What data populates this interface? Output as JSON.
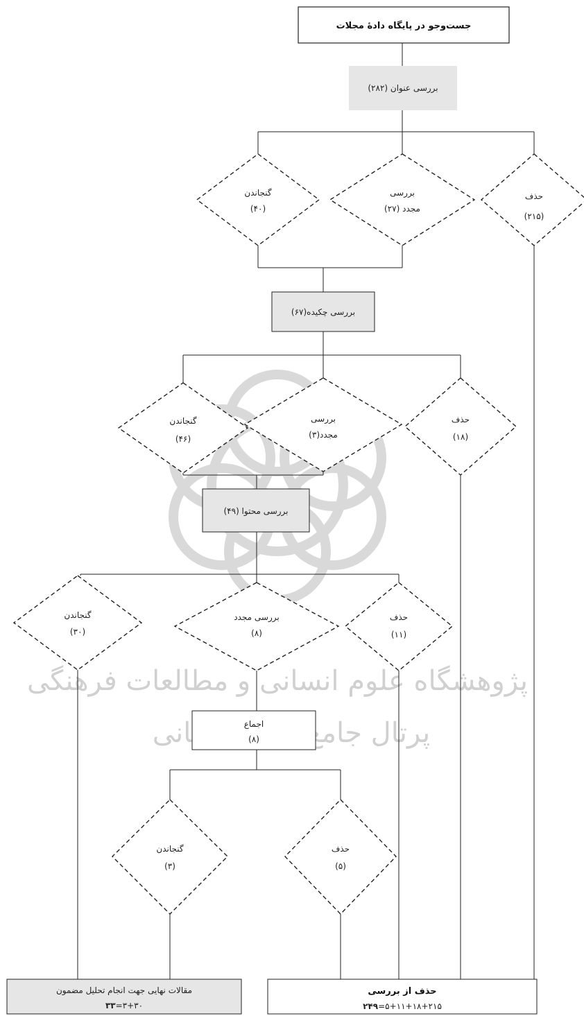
{
  "boxes": {
    "search": "جست‌وجو در پایگاه دادهٔ مجلات",
    "title_review": "بررسی عنوان (۲۸۲)",
    "abstract_review": "بررسی چکیده(۶۷)",
    "content_review": "بررسی محتوا (۴۹)",
    "consensus_l1": "اجماع",
    "consensus_l2": "(۸)",
    "final_l1": "مقالات نهایی جهت انجام تحلیل مضمون",
    "final_l2": "۳+۳۰=",
    "final_total": "۳۳",
    "excluded_l1": "حذف از بررسی",
    "excluded_l2": "۵+۱۱+۱۸+۲۱۵=",
    "excluded_total": "۲۴۹"
  },
  "decisions": {
    "t_include_l1": "گنجاندن",
    "t_include_l2": "(۴۰)",
    "t_recheck_l1": "بررسی",
    "t_recheck_l2": "مجدد (۲۷)",
    "t_delete_l1": "حذف",
    "t_delete_l2": "(۲۱۵)",
    "a_include_l1": "گنجاندن",
    "a_include_l2": "(۴۶)",
    "a_recheck_l1": "بررسی",
    "a_recheck_l2": "مجدد(۳)",
    "a_delete_l1": "حذف",
    "a_delete_l2": "(۱۸)",
    "c_include_l1": "گنجاندن",
    "c_include_l2": "(۳۰)",
    "c_recheck_l1": "بررسی مجدد",
    "c_recheck_l2": "(۸)",
    "c_delete_l1": "حذف",
    "c_delete_l2": "(۱۱)",
    "k_include_l1": "گنجاندن",
    "k_include_l2": "(۳)",
    "k_delete_l1": "حذف",
    "k_delete_l2": "(۵)"
  },
  "watermark": {
    "line1": "پژوهشگاه علوم انسانی و مطالعات فرهنگی",
    "line2": "پرتال جامع علوم انسانی"
  },
  "colors": {
    "gray_box": "#e6e6e6",
    "white_box": "#ffffff",
    "stroke": "#222222"
  }
}
